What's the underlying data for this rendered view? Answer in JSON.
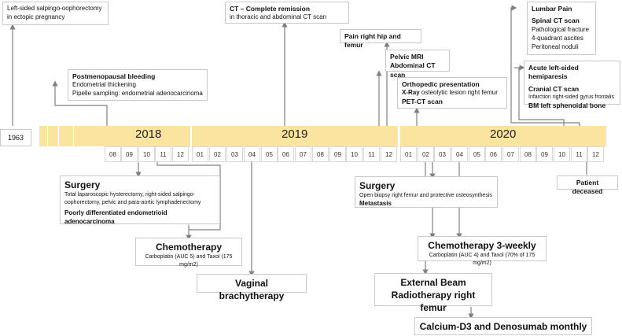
{
  "timeline": {
    "start_year": "1963",
    "years": [
      "2018",
      "2019",
      "2020"
    ],
    "months_2018": [
      "08",
      "09",
      "10",
      "11",
      "12"
    ],
    "months_2019": [
      "01",
      "02",
      "03",
      "04",
      "05",
      "06",
      "07",
      "08",
      "09",
      "10",
      "11",
      "12"
    ],
    "months_2020": [
      "01",
      "02",
      "03",
      "04",
      "05",
      "06",
      "07",
      "08",
      "09",
      "10",
      "11",
      "12"
    ]
  },
  "events": {
    "ectopic": {
      "line1": "Left-sided salpingo-oophorectomy",
      "line2": "in ectopic pregnancy"
    },
    "bleeding": {
      "title": "Postmenopausal bleeding",
      "line1": "Endometrial thickening",
      "line2": "Pipelle sampling: endometrial adenocarcinoma"
    },
    "ct_remission": {
      "title": "CT – Complete remission",
      "line1": "in thoracic and abdominal CT scan"
    },
    "pain_hip": {
      "title": "Pain right hip and femur"
    },
    "pelvic_mri": {
      "line1": "Pelvic MRI",
      "line2": "Abdominal CT scan"
    },
    "orthopedic": {
      "title": "Orthopedic presentation",
      "xray_label": "X-Ray",
      "xray_text": "osteolytic lesion right femur",
      "pet": "PET-CT scan"
    },
    "lumbar": {
      "title": "Lumbar Pain",
      "subtitle": "Spinal CT scan",
      "line1": "Pathological fracture",
      "line2": "4-quadrant ascites",
      "line3": "Peritoneal noduli"
    },
    "hemiparesis": {
      "title": "Acute left-sided hemiparesis",
      "subtitle": "Cranial CT scan",
      "line1": "Infarction right-sided gyrus frontalis",
      "line2": "BM left sphenoidal bone"
    }
  },
  "treatments": {
    "surgery1": {
      "title": "Surgery",
      "line1": "Total laparoscopic hysterectomy, right-sided salpingo-",
      "line2": "oophorectomy, pelvic and para-aortic lymphadenectomy",
      "line3": "Poorly differentiated endometrioid adenocarcinoma"
    },
    "chemo1": {
      "title": "Chemotherapy",
      "line1": "Carboplatin (AUC 5) and Taxol (175 mg/m2)"
    },
    "brachy": {
      "title": "Vaginal brachytherapy"
    },
    "surgery2": {
      "title": "Surgery",
      "line1": "Open biopsy right femur and protective osteosynthesis",
      "line2": "Metastasis"
    },
    "chemo2": {
      "title": "Chemotherapy 3-weekly",
      "line1": "Carboplatin (AUC 4) and Taxol (70% of 175 mg/m2)"
    },
    "ebrt": {
      "line1": "External Beam",
      "line2": "Radiotherapy right femur"
    },
    "calcium": {
      "title": "Calcium-D3 and Denosumab monthly"
    },
    "deceased": {
      "title": "Patient deceased"
    }
  },
  "colors": {
    "timeline_fill": "#fbe4a0",
    "connector": "#808080"
  }
}
